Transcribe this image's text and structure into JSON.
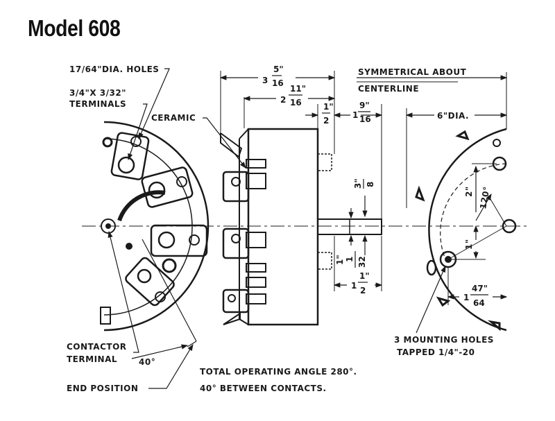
{
  "title": "Model 608",
  "labels": {
    "holes": "17/64\"DIA. HOLES",
    "terminals_1": "3/4\"X 3/32\"",
    "terminals_2": "TERMINALS",
    "ceramic": "CERAMIC",
    "symmetrical_1": "SYMMETRICAL ABOUT",
    "symmetrical_2": "CENTERLINE",
    "dia": "6\"DIA.",
    "contactor_1": "CONTACTOR",
    "contactor_2": "TERMINAL",
    "angle_40": "40°",
    "end_position": "END POSITION",
    "total_angle": "TOTAL OPERATING ANGLE  280°.",
    "between": "40° BETWEEN CONTACTS.",
    "mounting_1": "3 MOUNTING HOLES",
    "mounting_2": "TAPPED 1/4\"-20",
    "angle_120": "120°",
    "dim_2": "2\"",
    "dim_1": "1\""
  },
  "dims": {
    "overall": {
      "whole": "3",
      "num": "5\"",
      "den": "16"
    },
    "body": {
      "whole": "2",
      "num": "11\"",
      "den": "16"
    },
    "half": {
      "whole": "",
      "num": "1\"",
      "den": "2"
    },
    "shaft": {
      "whole": "1",
      "num": "9\"",
      "den": "16"
    },
    "flat": {
      "whole": "",
      "num": "3\"",
      "den": "8"
    },
    "bottom1": {
      "whole": "1\"",
      "num": "1",
      "den": "32"
    },
    "bottom2": {
      "whole": "1",
      "num": "1\"",
      "den": "2"
    },
    "hole": {
      "whole": "1",
      "num": "47\"",
      "den": "64"
    }
  }
}
